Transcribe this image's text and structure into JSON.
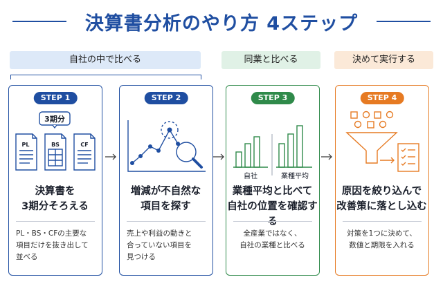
{
  "title": "決算書分析のやり方 4ステップ",
  "groups": {
    "blue": "自社の中で比べる",
    "green": "同業と比べる",
    "orange": "決めて実行する"
  },
  "steps": [
    {
      "badge": "STEP 1",
      "heading_line1": "決算書を",
      "heading_line2": "3期分そろえる",
      "description": "PL・BS・CFの主要な\n項目だけを抜き出して\n並べる",
      "illustration": {
        "tag": "3期分",
        "docs": [
          "PL",
          "BS",
          "CF"
        ]
      }
    },
    {
      "badge": "STEP 2",
      "heading_line1": "増減が不自然な",
      "heading_line2": "項目を探す",
      "description": "売上や利益の動きと\n合っていない項目を\n見つける"
    },
    {
      "badge": "STEP 3",
      "heading_line1": "業種平均と比べて",
      "heading_line2": "自社の位置を確認する",
      "description": "全産業ではなく、\n自社の業種と比べる",
      "illustration": {
        "left_label": "自社",
        "right_label": "業種平均"
      }
    },
    {
      "badge": "STEP 4",
      "heading_line1": "原因を絞り込んで",
      "heading_line2": "改善策に落とし込む",
      "description": "対策を1つに決めて、\n数値と期限を入れる"
    }
  ],
  "colors": {
    "blue": "#1f4ea1",
    "green": "#2f8a4a",
    "orange": "#e67a22"
  }
}
